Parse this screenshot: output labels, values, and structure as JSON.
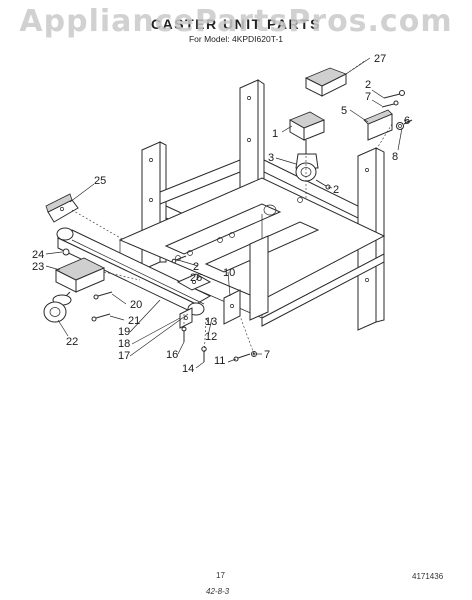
{
  "watermark": "AppliancePartsPros.com",
  "title": "CASTER UNIT PARTS",
  "subtitle": "For Model: 4KPDI620T-1",
  "callouts": {
    "c27": "27",
    "c2a": "2",
    "c7a": "7",
    "c5": "5",
    "c1": "1",
    "c3": "3",
    "c2b": "2",
    "c6": "6",
    "c8": "8",
    "c25": "25",
    "c24": "24",
    "c23": "23",
    "c2c": "2",
    "c26": "26",
    "c10": "10",
    "c20": "20",
    "c21": "21",
    "c22": "22",
    "c19": "19",
    "c18": "18",
    "c17": "17",
    "c16": "16",
    "c13": "13",
    "c12": "12",
    "c14": "14",
    "c11": "11",
    "c7b": "7"
  },
  "footer": {
    "page_number": "17",
    "part_number": "4171436",
    "date_code": "42-8-3"
  }
}
